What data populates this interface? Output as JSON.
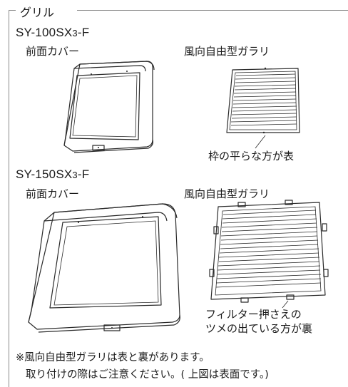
{
  "section": {
    "title": "グリル"
  },
  "model_a": {
    "name_main": "SY-100SX",
    "name_sub": "3",
    "name_suffix": "-F",
    "cover_label": "前面カバー",
    "grille_label": "風向自由型ガラリ",
    "front_note": "枠の平らな方が表"
  },
  "model_b": {
    "name_main": "SY-150SX",
    "name_sub": "3",
    "name_suffix": "-F",
    "cover_label": "前面カバー",
    "grille_label": "風向自由型ガラリ",
    "back_note_line1": "フィルター押さえの",
    "back_note_line2": "ツメの出ている方が裏"
  },
  "footnote": {
    "line1": "※風向自由型ガラリは表と裏があります。",
    "line2": "取り付けの際はご注意ください。( 上図は表面です。)"
  }
}
